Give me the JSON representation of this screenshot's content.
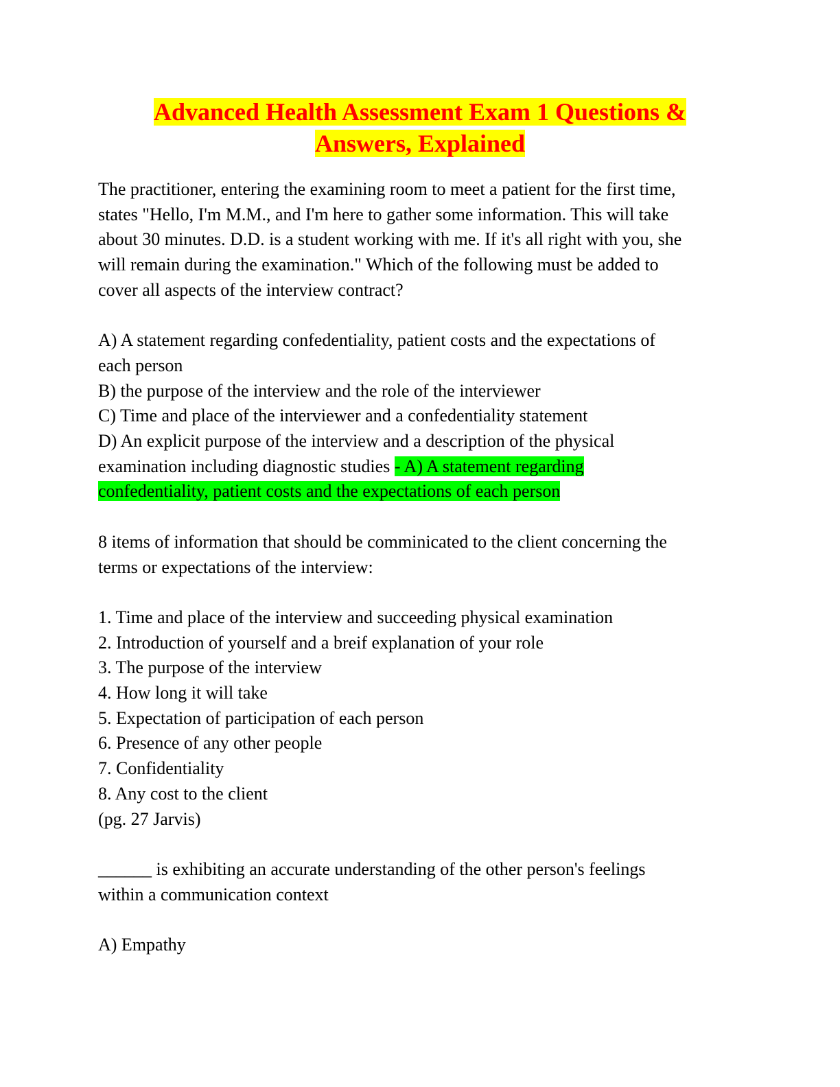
{
  "document": {
    "title_line1": "Advanced Health Assessment Exam 1 Questions &",
    "title_line2": "Answers, Explained",
    "q1": {
      "stem_lines": [
        "The practitioner, entering the examining room to meet a patient for the first time,",
        "states \"Hello, I'm M.M., and I'm here to gather some information. This will take",
        "about 30 minutes. D.D. is a student working with me. If it's all right with you, she",
        "will remain during the examination.\" Which of the following must be added to",
        "cover all aspects of the interview contract?"
      ],
      "option_a_line1": "A) A statement regarding confedentiality, patient costs and the expectations of",
      "option_a_line2": "each person",
      "option_b": "B) the purpose of the interview and the role of the interviewer",
      "option_c": "C) Time and place of the interviewer and a confedentiality statement",
      "option_d_line1": "D) An explicit purpose of the interview and a description of the physical",
      "option_d_line2": "examination including diagnostic studies ",
      "answer_part1": "- A) A statement regarding",
      "answer_part2": "confedentiality, patient costs and the expectations of each person"
    },
    "q2": {
      "stem_line1": "8 items of information that should be comminicated to the client concerning the",
      "stem_line2": "terms or expectations of the interview:",
      "items": [
        "1. Time and place of the interview and succeeding physical examination",
        "2. Introduction of yourself and a breif explanation of your role",
        "3. The purpose of the interview",
        "4. How long it will take",
        "5. Expectation of participation of each person",
        "6. Presence of any other people",
        "7. Confidentiality",
        "8. Any cost to the client"
      ],
      "reference": "(pg. 27 Jarvis)"
    },
    "q3": {
      "stem_line1": "______ is exhibiting an accurate understanding of the other person's feelings",
      "stem_line2": "within a communication context",
      "option_a": "A) Empathy"
    }
  }
}
